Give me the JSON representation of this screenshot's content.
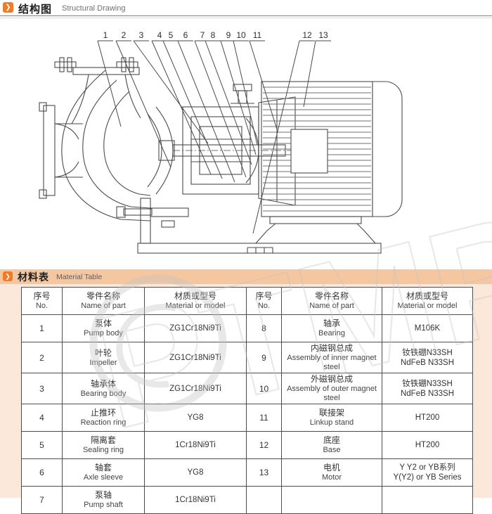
{
  "header": {
    "title_zh": "结构图",
    "title_en": "Structural Drawing",
    "icon_glyph": "❯"
  },
  "section": {
    "title_zh": "材料表",
    "title_en": "Material Table",
    "icon_glyph": "❯"
  },
  "watermark": {
    "text": "PTMP"
  },
  "colors": {
    "accent": "#f07b28",
    "band": "#f5c7a0",
    "panel": "#fce8da",
    "table_border": "#4d4d4d",
    "drawing_line": "#4a4a4a"
  },
  "drawing": {
    "callouts": [
      "1",
      "2",
      "3",
      "4",
      "5",
      "6",
      "7",
      "8",
      "9",
      "10",
      "11",
      "12",
      "13"
    ]
  },
  "table": {
    "header": {
      "no_zh": "序号",
      "no_en": "No.",
      "name_zh": "零件名称",
      "name_en": "Name of part",
      "mat_zh": "材质或型号",
      "mat_en": "Material or model"
    },
    "rows": [
      {
        "l_no": "1",
        "l_name_zh": "泵体",
        "l_name_en": "Pump body",
        "l_mat1": "ZG1Cr18Ni9Ti",
        "l_mat2": "",
        "r_no": "8",
        "r_name_zh": "轴承",
        "r_name_en": "Bearing",
        "r_mat1": "M106K",
        "r_mat2": ""
      },
      {
        "l_no": "2",
        "l_name_zh": "叶轮",
        "l_name_en": "Impeller",
        "l_mat1": "ZG1Cr18Ni9Ti",
        "l_mat2": "",
        "r_no": "9",
        "r_name_zh": "内磁钢总成",
        "r_name_en": "Assembly of inner magnet steel",
        "r_mat1": "钕铁硼N33SH",
        "r_mat2": "NdFeB N33SH"
      },
      {
        "l_no": "3",
        "l_name_zh": "轴承体",
        "l_name_en": "Bearing body",
        "l_mat1": "ZG1Cr18Ni9Ti",
        "l_mat2": "",
        "r_no": "10",
        "r_name_zh": "外磁钢总成",
        "r_name_en": "Assembly of outer magnet steel",
        "r_mat1": "钕铁硼N33SH",
        "r_mat2": "NdFeB N33SH"
      },
      {
        "l_no": "4",
        "l_name_zh": "止推环",
        "l_name_en": "Reaction ring",
        "l_mat1": "YG8",
        "l_mat2": "",
        "r_no": "11",
        "r_name_zh": "联接架",
        "r_name_en": "Linkup stand",
        "r_mat1": "HT200",
        "r_mat2": ""
      },
      {
        "l_no": "5",
        "l_name_zh": "隔离套",
        "l_name_en": "Sealing ring",
        "l_mat1": "1Cr18Ni9Ti",
        "l_mat2": "",
        "r_no": "12",
        "r_name_zh": "底座",
        "r_name_en": "Base",
        "r_mat1": "HT200",
        "r_mat2": ""
      },
      {
        "l_no": "6",
        "l_name_zh": "轴套",
        "l_name_en": "Axle sleeve",
        "l_mat1": "YG8",
        "l_mat2": "",
        "r_no": "13",
        "r_name_zh": "电机",
        "r_name_en": "Motor",
        "r_mat1": "Y  Y2  or  YB系列",
        "r_mat2": "Y(Y2) or YB  Series"
      },
      {
        "l_no": "7",
        "l_name_zh": "泵轴",
        "l_name_en": "Pump shaft",
        "l_mat1": "1Cr18Ni9Ti",
        "l_mat2": "",
        "r_no": "",
        "r_name_zh": "",
        "r_name_en": "",
        "r_mat1": "",
        "r_mat2": ""
      }
    ]
  }
}
